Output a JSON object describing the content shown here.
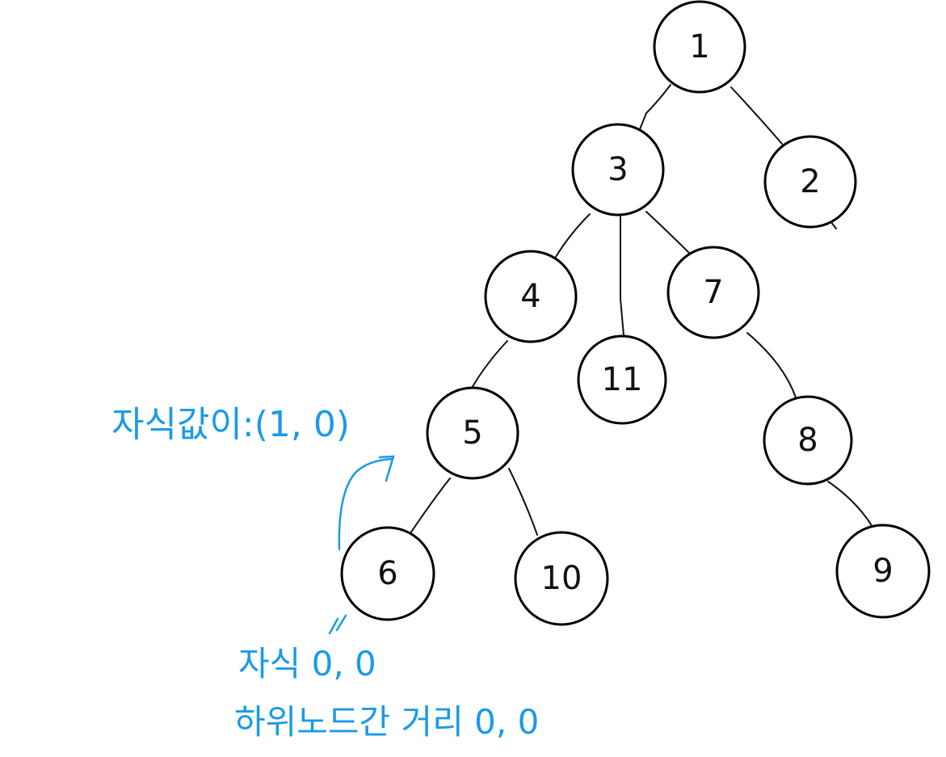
{
  "colors": {
    "node_stroke": "#000000",
    "edge": "#111111",
    "annotation": "#1a9be6"
  },
  "nodes": [
    {
      "id": "n1",
      "label": "1"
    },
    {
      "id": "n3",
      "label": "3"
    },
    {
      "id": "n2",
      "label": "2"
    },
    {
      "id": "n4",
      "label": "4"
    },
    {
      "id": "n11",
      "label": "11"
    },
    {
      "id": "n7",
      "label": "7"
    },
    {
      "id": "n5",
      "label": "5"
    },
    {
      "id": "n8",
      "label": "8"
    },
    {
      "id": "n6",
      "label": "6"
    },
    {
      "id": "n10",
      "label": "10"
    },
    {
      "id": "n9",
      "label": "9"
    }
  ],
  "edges": [
    [
      "n1",
      "n3"
    ],
    [
      "n1",
      "n2"
    ],
    [
      "n3",
      "n4"
    ],
    [
      "n3",
      "n11"
    ],
    [
      "n3",
      "n7"
    ],
    [
      "n4",
      "n5"
    ],
    [
      "n7",
      "n8"
    ],
    [
      "n5",
      "n6"
    ],
    [
      "n5",
      "n10"
    ],
    [
      "n8",
      "n9"
    ]
  ],
  "annotations": {
    "child_values": "자식값이:(1, 0)",
    "child": "자식 0, 0",
    "subtree_distance": "하위노드간 거리 0, 0"
  }
}
